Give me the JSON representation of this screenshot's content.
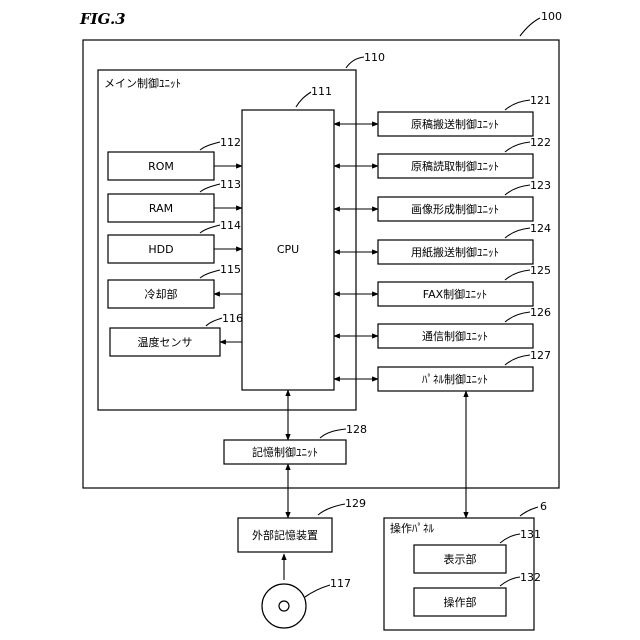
{
  "figure": {
    "title": "FIG.3"
  },
  "refs": {
    "r100": "100",
    "r110": "110",
    "r111": "111",
    "r112": "112",
    "r113": "113",
    "r114": "114",
    "r115": "115",
    "r116": "116",
    "r121": "121",
    "r122": "122",
    "r123": "123",
    "r124": "124",
    "r125": "125",
    "r126": "126",
    "r127": "127",
    "r128": "128",
    "r129": "129",
    "r6": "6",
    "r131": "131",
    "r132": "132",
    "r117": "117"
  },
  "main_unit": {
    "label": "メイン制御ﾕﾆｯﾄ"
  },
  "cpu": {
    "label": "CPU"
  },
  "left_blocks": {
    "rom": "ROM",
    "ram": "RAM",
    "hdd": "HDD",
    "cooling": "冷却部",
    "temp": "温度センサ"
  },
  "right_blocks": {
    "doc_transport": "原稿搬送制御ﾕﾆｯﾄ",
    "doc_read": "原稿読取制御ﾕﾆｯﾄ",
    "image_form": "画像形成制御ﾕﾆｯﾄ",
    "paper_transport": "用紙搬送制御ﾕﾆｯﾄ",
    "fax": "FAX制御ﾕﾆｯﾄ",
    "comm": "通信制御ﾕﾆｯﾄ",
    "panel_ctrl": "ﾊﾟﾈﾙ制御ﾕﾆｯﾄ"
  },
  "storage_ctrl": {
    "label": "記憶制御ﾕﾆｯﾄ"
  },
  "external_storage": {
    "label": "外部記憶装置"
  },
  "op_panel": {
    "label": "操作ﾊﾟﾈﾙ",
    "display": "表示部",
    "operation": "操作部"
  }
}
